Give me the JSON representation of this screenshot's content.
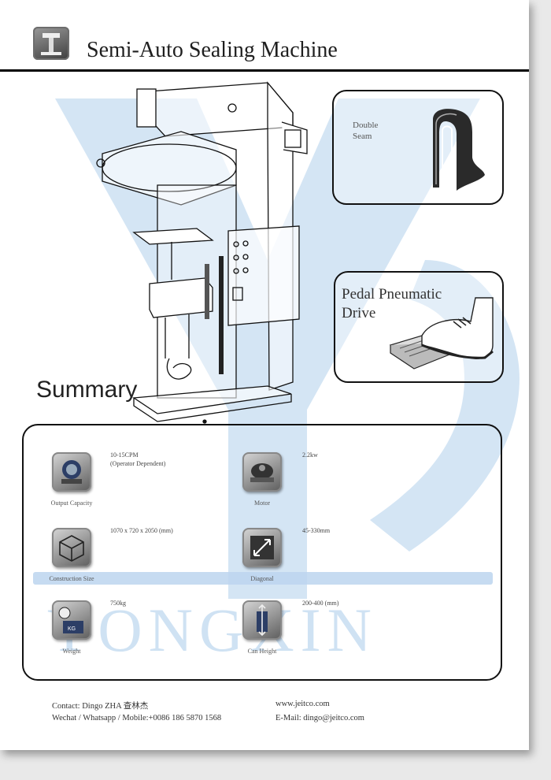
{
  "header": {
    "title": "Semi-Auto Sealing Machine"
  },
  "watermark": {
    "text": "YONGXIN"
  },
  "colors": {
    "watermark": "#cfe2f3",
    "border": "#111111",
    "band": "#bcd5ee"
  },
  "callouts": {
    "seam": {
      "label_line1": "Double",
      "label_line2": "Seam"
    },
    "pedal": {
      "label_line1": "Pedal Pneumatic",
      "label_line2": "Drive"
    }
  },
  "summary": {
    "heading": "Summary",
    "specs": [
      {
        "caption": "Output Capacity",
        "value_line1": "10-15CPM",
        "value_line2": "(Operator Dependent)",
        "icon": "gauge-icon"
      },
      {
        "caption": "Motor",
        "value_line1": "2.2kw",
        "value_line2": "",
        "icon": "motor-icon"
      },
      {
        "caption": "Construction Size",
        "value_line1": "1070 x 720 x 2050 (mm)",
        "value_line2": "",
        "icon": "cube-icon"
      },
      {
        "caption": "Diagonal",
        "value_line1": "45-330mm",
        "value_line2": "",
        "icon": "diagonal-icon"
      },
      {
        "caption": "Weight",
        "value_line1": "750kg",
        "value_line2": "",
        "icon": "scale-icon"
      },
      {
        "caption": "Can Height",
        "value_line1": "200-400 (mm)",
        "value_line2": "",
        "icon": "height-icon"
      }
    ]
  },
  "footer": {
    "contact": "Contact: Dingo ZHA 查林杰",
    "phone": "Wechat / Whatsapp / Mobile:+0086 186 5870 1568",
    "website": "www.jeitco.com",
    "email": "E-Mail: dingo@jeitco.com"
  }
}
